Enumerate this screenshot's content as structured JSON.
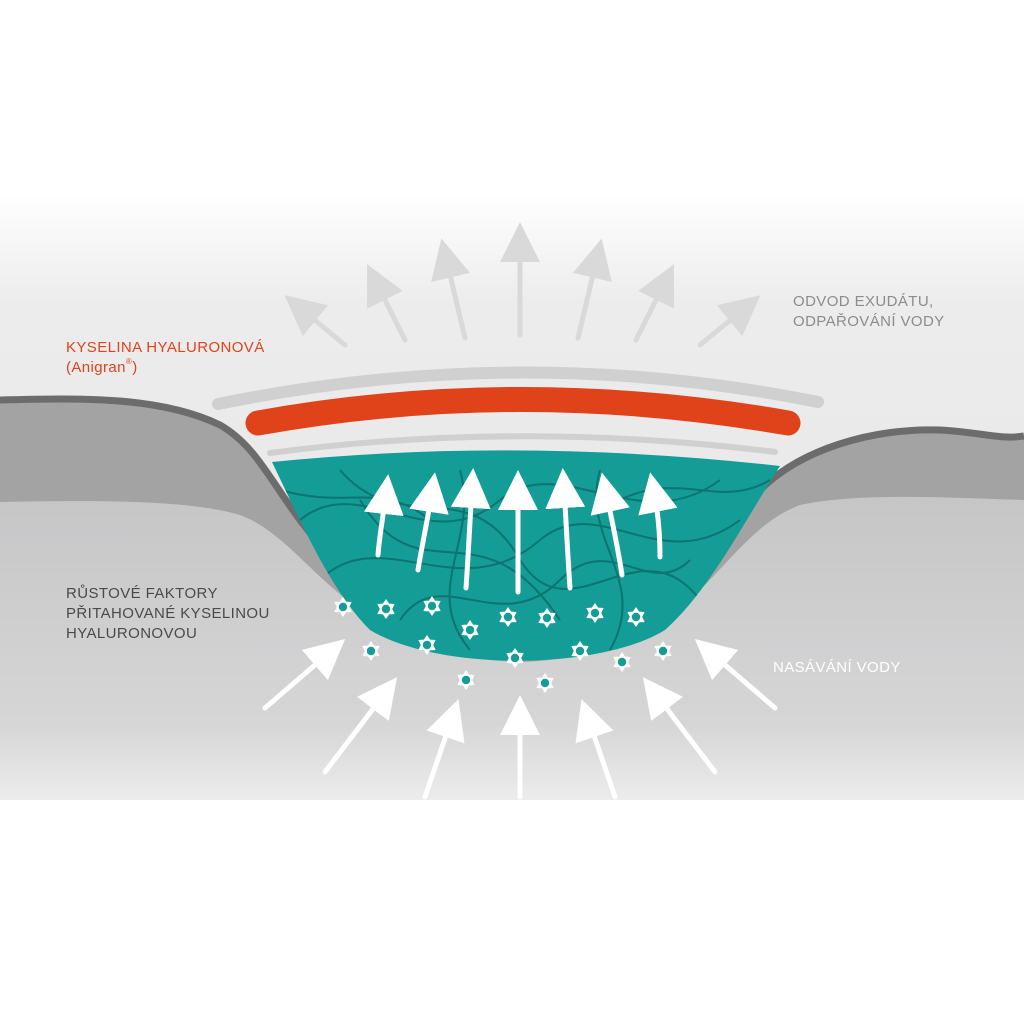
{
  "colors": {
    "background": "#ffffff",
    "sky": "#e9e9e9",
    "tissue_upper": "#a3a3a4",
    "tissue_lower": "#c9c9ca",
    "tissue_edge": "#6c6c6d",
    "wound_teal": "#149c97",
    "fibers": "#0c6e6a",
    "hyaluronic_orange": "#e04319",
    "dressing_gray": "#d0d0d1",
    "arrow_light": "#d9d9d9",
    "arrow_white": "#ffffff",
    "label_dark": "#4a4a4a",
    "label_light": "#ffffff",
    "label_gray": "#8c8c8c",
    "particle": "#149c97"
  },
  "labels": {
    "hyaluronic": {
      "line1": "KYSELINA HYALURONOVÁ",
      "line2_prefix": "(Anigran",
      "line2_sup": "®",
      "line2_suffix": ")"
    },
    "exudate": {
      "line1": "ODVOD EXUDÁTU,",
      "line2": "ODPAŘOVÁNÍ VODY"
    },
    "growth_factors": {
      "line1": "RŮSTOVÉ FAKTORY",
      "line2": "PŘITAHOVANÉ KYSELINOU",
      "line3": "HYALURONOVOU"
    },
    "water_intake": {
      "line1": "NASÁVÁNÍ VODY"
    }
  },
  "icons": {
    "particle": "growth-factor-star-icon",
    "arrow_up": "arrow-up-icon"
  }
}
